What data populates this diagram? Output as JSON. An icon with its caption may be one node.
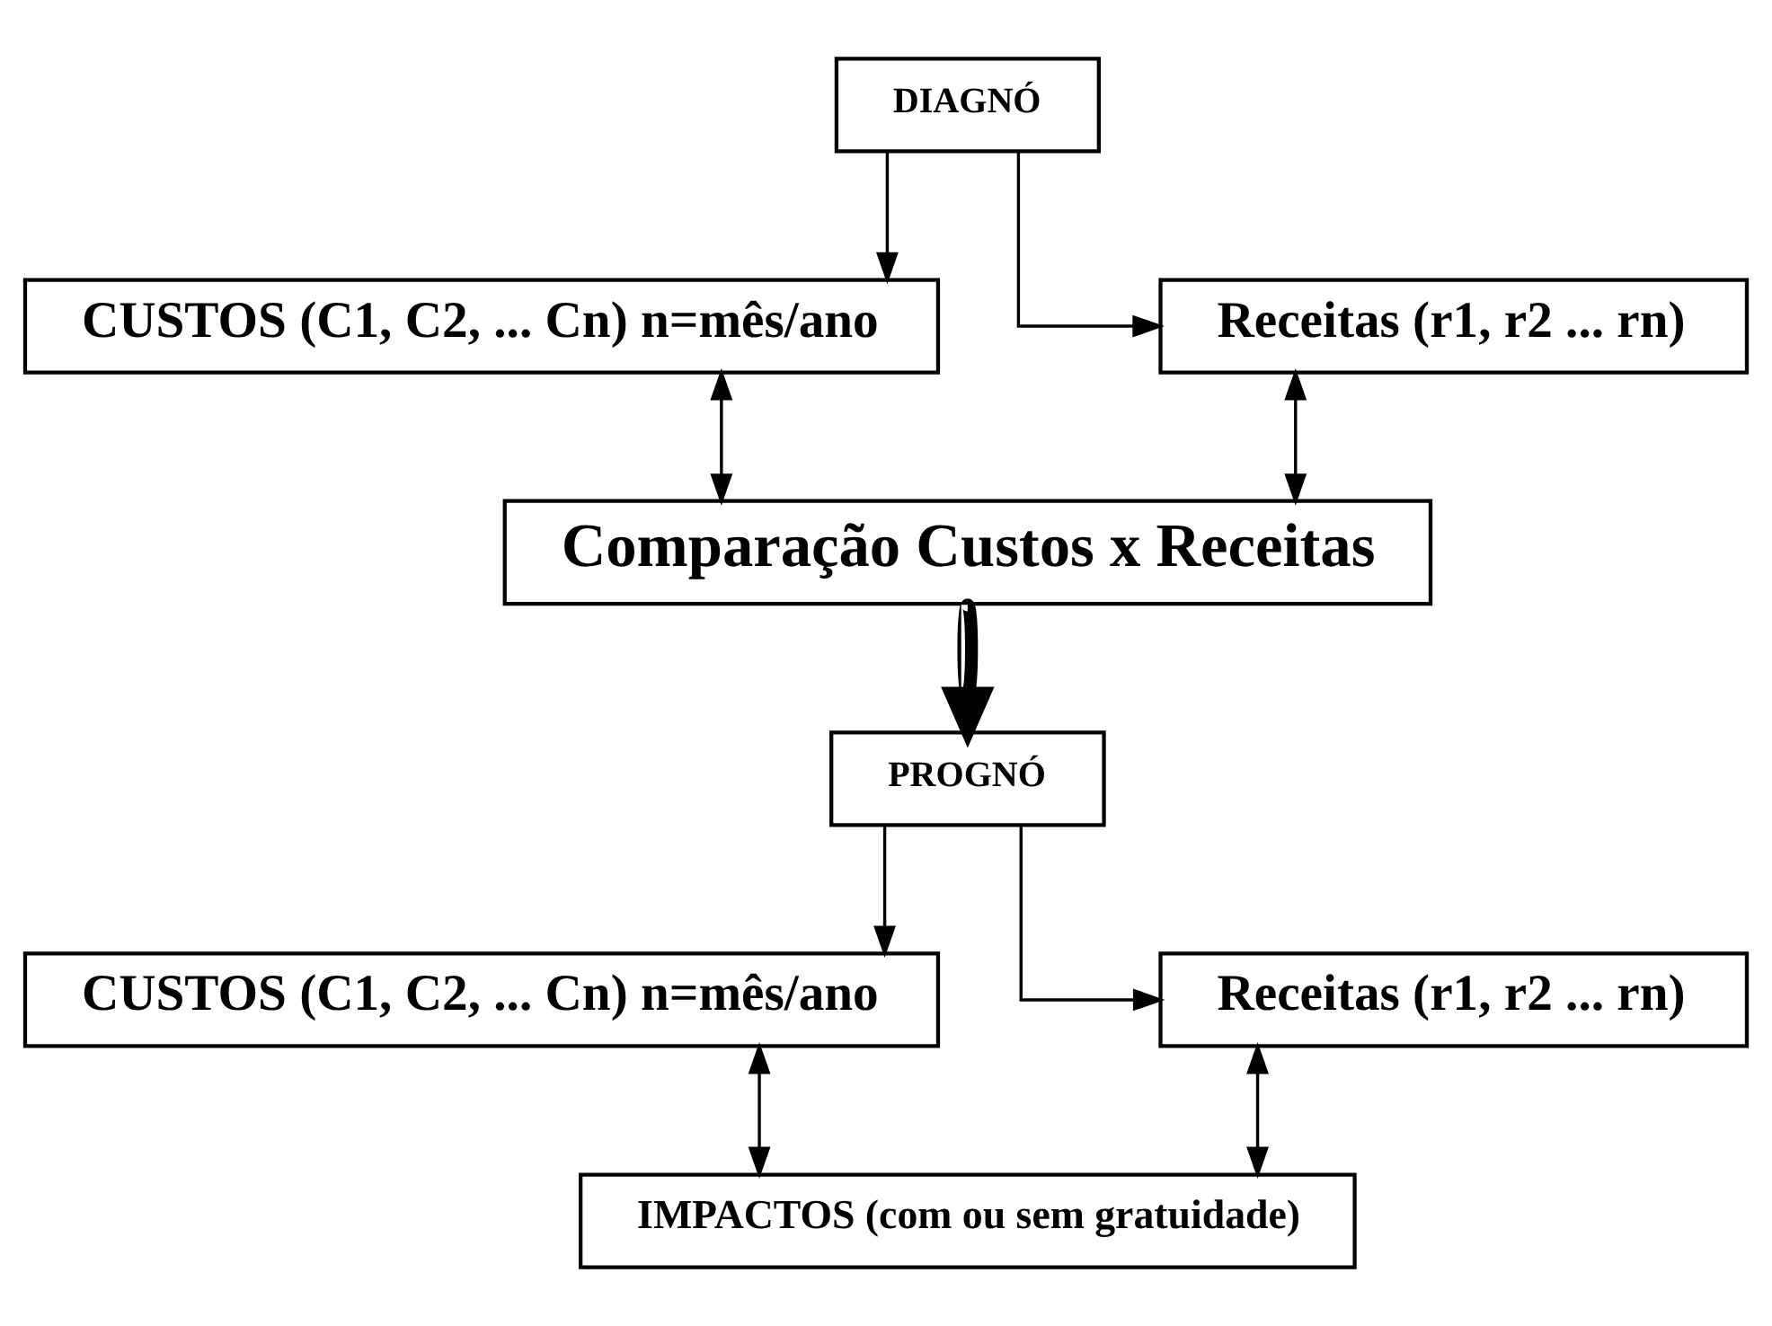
{
  "diagram": {
    "nodes": [
      {
        "text": [
          "DIAGNÓ"
        ]
      },
      {
        "text": [
          "CUSTOS (C1, C2, ... Cn) n=mês/ano"
        ]
      },
      {
        "text": [
          "Receitas (r1, r2 ... rn)"
        ]
      },
      {
        "text": [
          "Comparação Custos x Receitas"
        ]
      },
      {
        "text": [
          "PROGNÓ"
        ]
      },
      {
        "text": [
          "CUSTOS (C1, C2, ... Cn) n=mês/ano"
        ]
      },
      {
        "text": [
          "Receitas (r1, r2 ... rn)"
        ]
      },
      {
        "text": [
          "IMPACTOS (com ou sem gratuidade)"
        ]
      }
    ],
    "edges": [
      {
        "from": 0,
        "to": 1,
        "arrow": "to"
      },
      {
        "from": 0,
        "to": 2,
        "arrow": "to"
      },
      {
        "from": 1,
        "to": 3,
        "arrow": "both"
      },
      {
        "from": 2,
        "to": 3,
        "arrow": "both"
      },
      {
        "from": 3,
        "to": 4,
        "arrow": "to",
        "style": "thick"
      },
      {
        "from": 4,
        "to": 5,
        "arrow": "to"
      },
      {
        "from": 4,
        "to": 6,
        "arrow": "to"
      },
      {
        "from": 5,
        "to": 7,
        "arrow": "both"
      },
      {
        "from": 6,
        "to": 7,
        "arrow": "both"
      }
    ]
  }
}
